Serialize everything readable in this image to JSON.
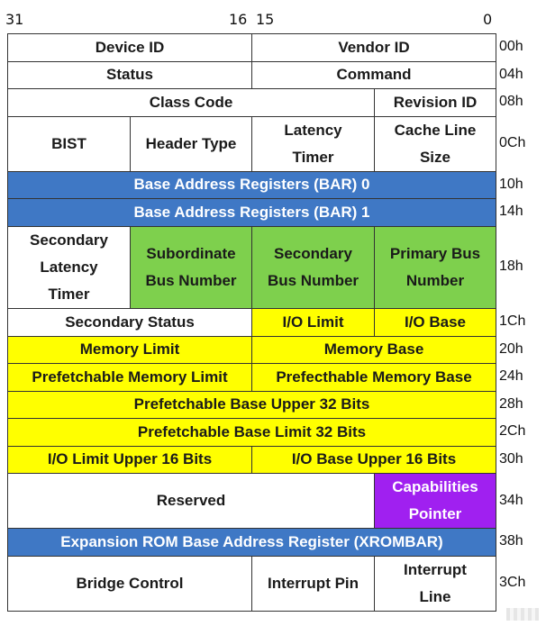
{
  "bit_labels": {
    "b31": "31",
    "b16": "16",
    "b15": "15",
    "b0": "0"
  },
  "colors": {
    "blue": "#3f78c5",
    "green": "#7ed04d",
    "yellow": "#ffff00",
    "purple": "#a020f0",
    "white": "#ffffff"
  },
  "rows": [
    {
      "offset": "00h",
      "cells": [
        {
          "id": "device-id",
          "text": "Device ID",
          "cols": [
            0,
            2
          ],
          "color": "white"
        },
        {
          "id": "vendor-id",
          "text": "Vendor ID",
          "cols": [
            2,
            4
          ],
          "color": "white"
        }
      ]
    },
    {
      "offset": "04h",
      "cells": [
        {
          "id": "status",
          "text": "Status",
          "cols": [
            0,
            2
          ],
          "color": "white"
        },
        {
          "id": "command",
          "text": "Command",
          "cols": [
            2,
            4
          ],
          "color": "white"
        }
      ]
    },
    {
      "offset": "08h",
      "cells": [
        {
          "id": "class-code",
          "text": "Class Code",
          "cols": [
            0,
            3
          ],
          "color": "white"
        },
        {
          "id": "revision-id",
          "text": "Revision ID",
          "cols": [
            3,
            4
          ],
          "color": "white"
        }
      ]
    },
    {
      "offset": "0Ch",
      "tall": 2,
      "cells": [
        {
          "id": "bist",
          "text": "BIST",
          "cols": [
            0,
            1
          ],
          "color": "white"
        },
        {
          "id": "header-type",
          "text": "Header Type",
          "cols": [
            1,
            2
          ],
          "color": "white"
        },
        {
          "id": "latency-timer",
          "lines": [
            "Latency",
            "Timer"
          ],
          "cols": [
            2,
            3
          ],
          "color": "white"
        },
        {
          "id": "cache-line-size",
          "lines": [
            "Cache Line",
            "Size"
          ],
          "cols": [
            3,
            4
          ],
          "color": "white"
        }
      ]
    },
    {
      "offset": "10h",
      "cells": [
        {
          "id": "bar0",
          "text": "Base Address Registers (BAR) 0",
          "cols": [
            0,
            4
          ],
          "color": "blue"
        }
      ]
    },
    {
      "offset": "14h",
      "cells": [
        {
          "id": "bar1",
          "text": "Base Address Registers (BAR) 1",
          "cols": [
            0,
            4
          ],
          "color": "blue"
        }
      ]
    },
    {
      "offset": "18h",
      "tall": 3,
      "cells": [
        {
          "id": "secondary-latency-timer",
          "lines": [
            "Secondary",
            "Latency",
            "Timer"
          ],
          "cols": [
            0,
            1
          ],
          "color": "white"
        },
        {
          "id": "subordinate-bus-number",
          "lines": [
            "Subordinate",
            "Bus Number"
          ],
          "cols": [
            1,
            2
          ],
          "color": "green"
        },
        {
          "id": "secondary-bus-number",
          "lines": [
            "Secondary",
            "Bus Number"
          ],
          "cols": [
            2,
            3
          ],
          "color": "green"
        },
        {
          "id": "primary-bus-number",
          "lines": [
            "Primary Bus",
            "Number"
          ],
          "cols": [
            3,
            4
          ],
          "color": "green"
        }
      ]
    },
    {
      "offset": "1Ch",
      "cells": [
        {
          "id": "secondary-status",
          "text": "Secondary Status",
          "cols": [
            0,
            2
          ],
          "color": "white"
        },
        {
          "id": "io-limit",
          "text": "I/O Limit",
          "cols": [
            2,
            3
          ],
          "color": "yellow"
        },
        {
          "id": "io-base",
          "text": "I/O Base",
          "cols": [
            3,
            4
          ],
          "color": "yellow"
        }
      ]
    },
    {
      "offset": "20h",
      "cells": [
        {
          "id": "memory-limit",
          "text": "Memory Limit",
          "cols": [
            0,
            2
          ],
          "color": "yellow"
        },
        {
          "id": "memory-base",
          "text": "Memory Base",
          "cols": [
            2,
            4
          ],
          "color": "yellow"
        }
      ]
    },
    {
      "offset": "24h",
      "cells": [
        {
          "id": "prefetchable-memory-limit",
          "text": "Prefetchable Memory Limit",
          "cols": [
            0,
            2
          ],
          "color": "yellow"
        },
        {
          "id": "prefetchable-memory-base",
          "text": "Prefecthable Memory Base",
          "cols": [
            2,
            4
          ],
          "color": "yellow"
        }
      ]
    },
    {
      "offset": "28h",
      "cells": [
        {
          "id": "prefetchable-base-upper",
          "text": "Prefetchable Base Upper 32 Bits",
          "cols": [
            0,
            4
          ],
          "color": "yellow"
        }
      ]
    },
    {
      "offset": "2Ch",
      "cells": [
        {
          "id": "prefetchable-base-limit",
          "text": "Prefetchable Base Limit 32 Bits",
          "cols": [
            0,
            4
          ],
          "color": "yellow"
        }
      ]
    },
    {
      "offset": "30h",
      "cells": [
        {
          "id": "io-limit-upper",
          "text": "I/O Limit Upper 16 Bits",
          "cols": [
            0,
            2
          ],
          "color": "yellow"
        },
        {
          "id": "io-base-upper",
          "text": "I/O Base Upper 16 Bits",
          "cols": [
            2,
            4
          ],
          "color": "yellow"
        }
      ]
    },
    {
      "offset": "34h",
      "tall": 2,
      "cells": [
        {
          "id": "reserved",
          "text": "Reserved",
          "cols": [
            0,
            3
          ],
          "color": "white"
        },
        {
          "id": "capabilities-pointer",
          "lines": [
            "Capabilities",
            "Pointer"
          ],
          "cols": [
            3,
            4
          ],
          "color": "purple"
        }
      ]
    },
    {
      "offset": "38h",
      "cells": [
        {
          "id": "xrombar",
          "text": "Expansion ROM Base Address Register (XROMBAR)",
          "cols": [
            0,
            4
          ],
          "color": "blue"
        }
      ]
    },
    {
      "offset": "3Ch",
      "tall": 2,
      "cells": [
        {
          "id": "bridge-control",
          "text": "Bridge Control",
          "cols": [
            0,
            2
          ],
          "color": "white"
        },
        {
          "id": "interrupt-pin",
          "text": "Interrupt Pin",
          "cols": [
            2,
            3
          ],
          "color": "white"
        },
        {
          "id": "interrupt-line",
          "lines": [
            "Interrupt",
            "Line"
          ],
          "cols": [
            3,
            4
          ],
          "color": "white"
        }
      ]
    }
  ]
}
